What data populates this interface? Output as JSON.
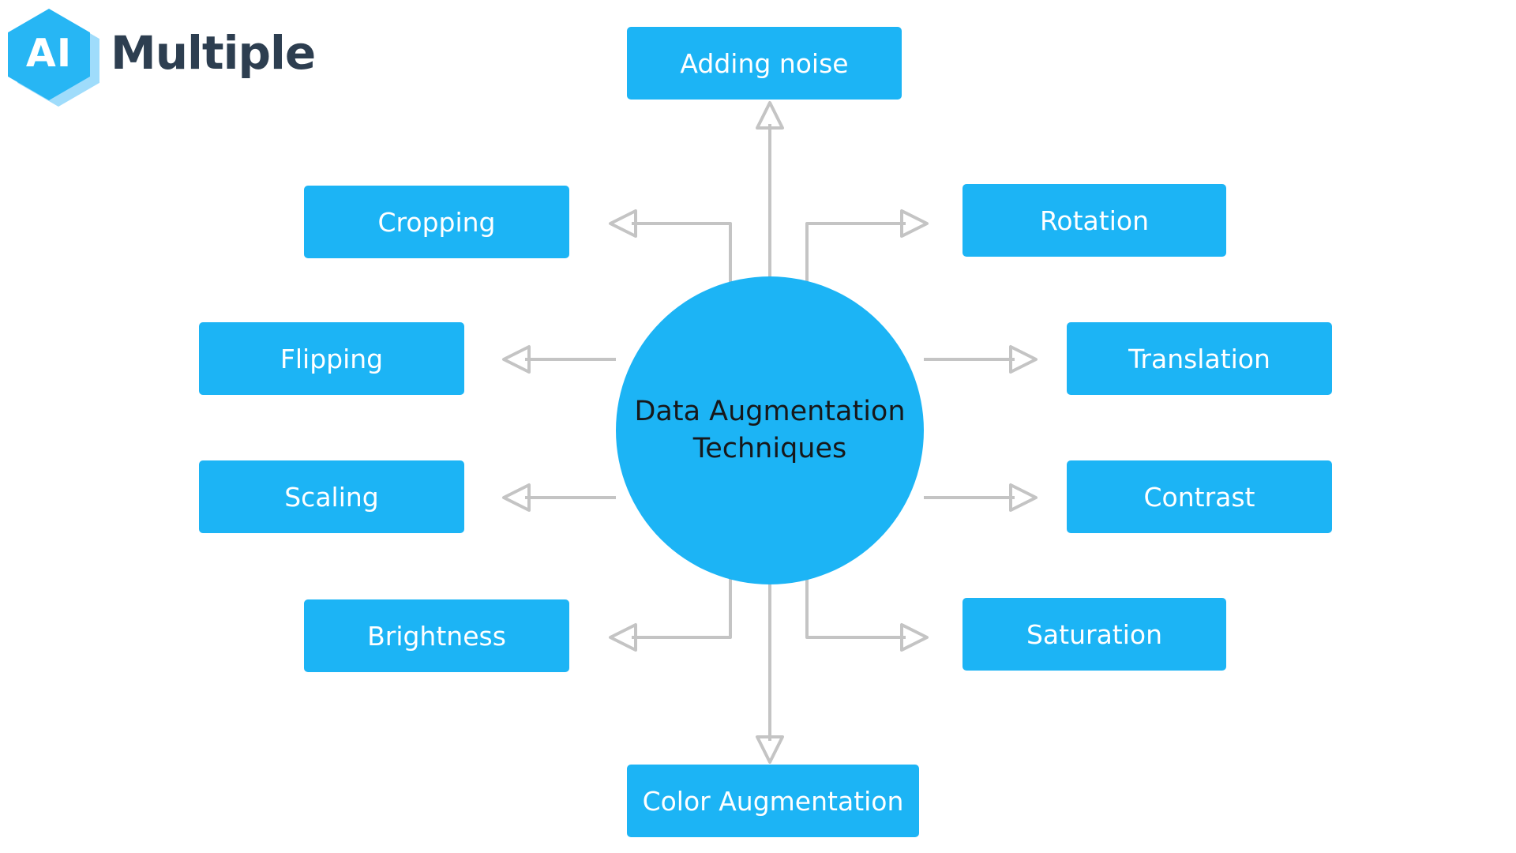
{
  "brand": {
    "logo_mark_text": "AI",
    "logo_wordmark": "Multiple",
    "mark_icon": "hexagon-icon",
    "colors": {
      "brand_blue": "#1CB4F5",
      "logo_hex_blue": "#27B6F4",
      "logo_hex_shadow": "#9FDCFB",
      "wordmark_navy": "#2D3E50"
    }
  },
  "diagram": {
    "type": "radial-hub-and-spoke",
    "center": {
      "label": "Data Augmentation\nTechniques",
      "line1": "Data Augmentation",
      "line2": "Techniques",
      "shape": "circle",
      "fill": "#1CB4F5",
      "text_color": "#17181A"
    },
    "connector": {
      "stroke_color": "#C4C4C4",
      "stroke_width": 4,
      "arrowhead_style": "open-triangle-outline"
    },
    "node_fill": "#1CB4F5",
    "node_text_color": "#FFFFFF",
    "background": "#FFFFFF",
    "nodes": [
      {
        "id": "adding-noise",
        "label": "Adding noise",
        "position": "top",
        "direction": "up"
      },
      {
        "id": "cropping",
        "label": "Cropping",
        "position": "upper-left",
        "direction": "left"
      },
      {
        "id": "rotation",
        "label": "Rotation",
        "position": "upper-right",
        "direction": "right"
      },
      {
        "id": "flipping",
        "label": "Flipping",
        "position": "middle-left",
        "direction": "left"
      },
      {
        "id": "translation",
        "label": "Translation",
        "position": "middle-right",
        "direction": "right"
      },
      {
        "id": "scaling",
        "label": "Scaling",
        "position": "lower-left",
        "direction": "left"
      },
      {
        "id": "contrast",
        "label": "Contrast",
        "position": "lower-right",
        "direction": "right"
      },
      {
        "id": "brightness",
        "label": "Brightness",
        "position": "bottom-left",
        "direction": "left"
      },
      {
        "id": "saturation",
        "label": "Saturation",
        "position": "bottom-right",
        "direction": "right"
      },
      {
        "id": "color-augmentation",
        "label": "Color Augmentation",
        "position": "bottom",
        "direction": "down"
      }
    ]
  }
}
